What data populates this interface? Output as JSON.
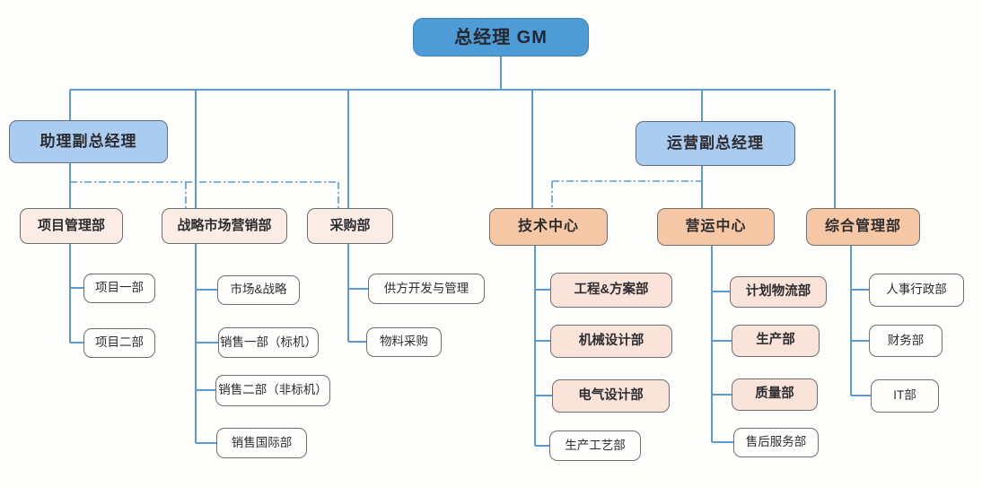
{
  "org": {
    "root": {
      "label": "总经理 GM"
    },
    "deputies": [
      {
        "label": "助理副总经理"
      },
      {
        "label": "运营副总经理"
      }
    ],
    "departments": [
      {
        "label": "项目管理部",
        "children": [
          {
            "label": "项目一部"
          },
          {
            "label": "项目二部"
          }
        ]
      },
      {
        "label": "战略市场营销部",
        "children": [
          {
            "label": "市场&战略"
          },
          {
            "label": "销售一部（标机）"
          },
          {
            "label": "销售二部（非标机）"
          },
          {
            "label": "销售国际部"
          }
        ]
      },
      {
        "label": "采购部",
        "children": [
          {
            "label": "供方开发与管理"
          },
          {
            "label": "物料采购"
          }
        ]
      },
      {
        "label": "技术中心",
        "children": [
          {
            "label": "工程&方案部"
          },
          {
            "label": "机械设计部"
          },
          {
            "label": "电气设计部"
          },
          {
            "label": "生产工艺部"
          }
        ]
      },
      {
        "label": "营运中心",
        "children": [
          {
            "label": "计划物流部"
          },
          {
            "label": "生产部"
          },
          {
            "label": "质量部"
          },
          {
            "label": "售后服务部"
          }
        ]
      },
      {
        "label": "综合管理部",
        "children": [
          {
            "label": "人事行政部"
          },
          {
            "label": "财务部"
          },
          {
            "label": "IT部"
          }
        ]
      }
    ]
  },
  "colors": {
    "root_fill": "#4e9cd6",
    "deputy_fill": "#abccf1",
    "center_fill": "#f6c7a4",
    "dept_fill": "#fbece5",
    "highlight_fill": "#fae4da",
    "leaf_fill": "#fffefd",
    "connector_line": "#5b9bd5",
    "box_border": "#6f6f6f",
    "text": "#2d2d30"
  }
}
